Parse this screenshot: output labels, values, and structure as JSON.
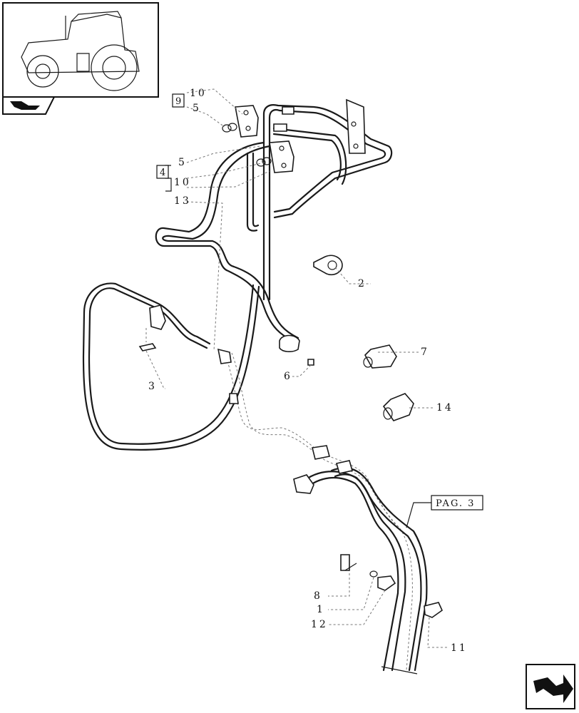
{
  "callouts": {
    "c10a": "10",
    "c5a": "5",
    "c9": "9",
    "c5b": "5",
    "c4": "4",
    "c10b": "10",
    "c13": "13",
    "c2": "2",
    "c7": "7",
    "c14": "14",
    "c3": "3",
    "c6": "6",
    "c8": "8",
    "c1": "1",
    "c12": "12",
    "c11": "11"
  },
  "page_ref": "PAG. 3",
  "icons": {
    "thumbnail": "tractor-thumbnail-icon",
    "section": "section-book-icon",
    "nav": "next-page-arrow-icon"
  }
}
